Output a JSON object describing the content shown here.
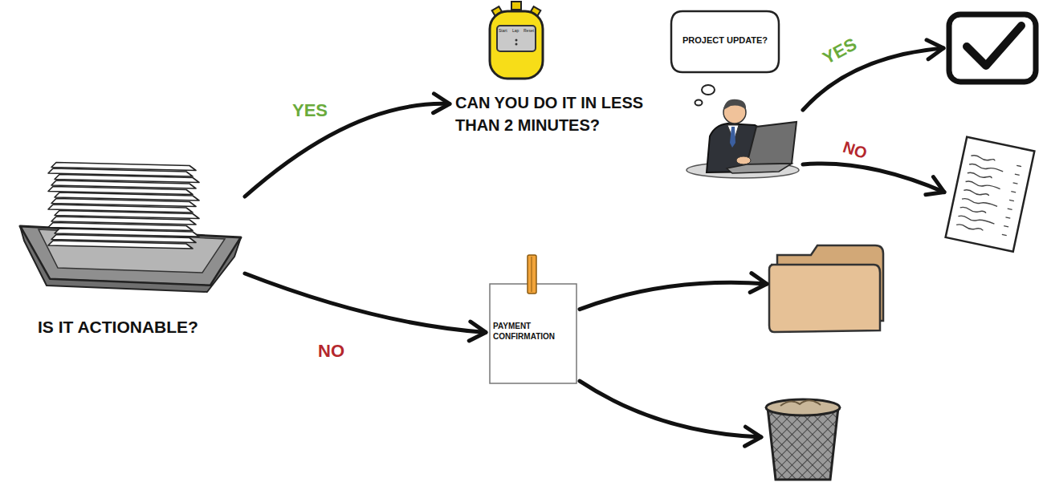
{
  "diagram": {
    "nodes": [
      {
        "text": [
          "IS IT ACTIONABLE?"
        ]
      },
      {
        "text": [
          "CAN YOU DO IT IN LESS THAN 2 MINUTES?"
        ]
      },
      {
        "text": [
          "PROJECT UPDATE?"
        ]
      },
      {
        "text": []
      },
      {
        "text": []
      },
      {
        "text": [
          "PAYMENT CONFIRMATION"
        ]
      },
      {
        "text": []
      },
      {
        "text": []
      }
    ],
    "edges": [
      {
        "from": 0,
        "to": 1,
        "label": "YES",
        "arrow": "to"
      },
      {
        "from": 0,
        "to": 5,
        "label": "NO",
        "arrow": "to"
      },
      {
        "from": 2,
        "to": 3,
        "label": "YES",
        "arrow": "to"
      },
      {
        "from": 2,
        "to": 4,
        "label": "NO",
        "arrow": "to"
      },
      {
        "from": 5,
        "to": 6,
        "arrow": "to"
      },
      {
        "from": 5,
        "to": 7,
        "arrow": "to"
      }
    ],
    "labels": [
      "Start",
      "Lap",
      "Reset"
    ]
  }
}
